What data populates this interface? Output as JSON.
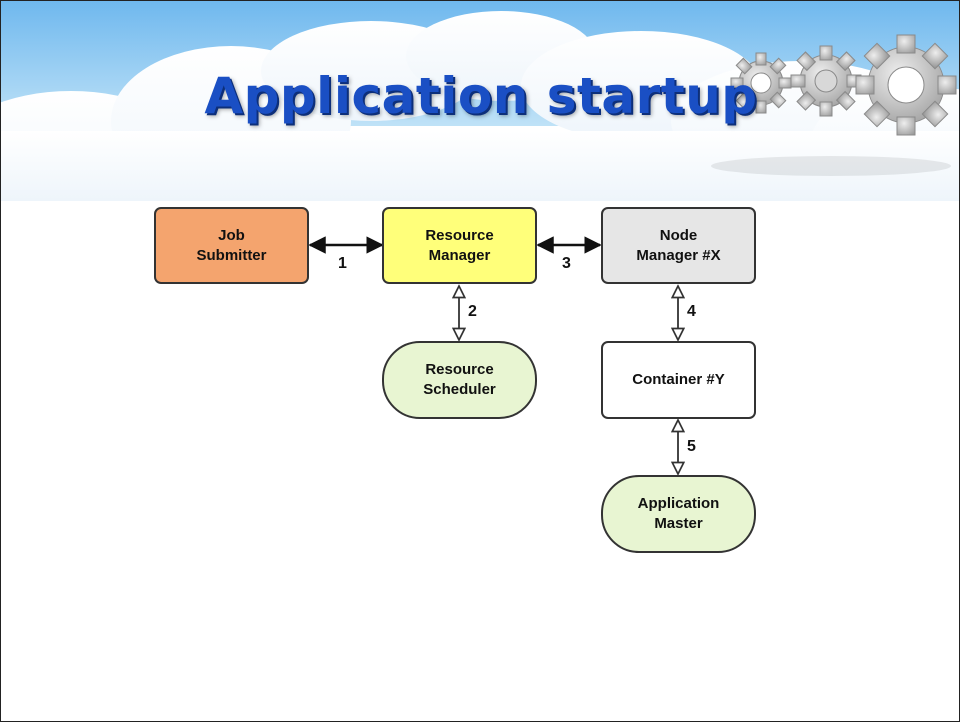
{
  "slide": {
    "title": "Application startup"
  },
  "diagram": {
    "nodes": {
      "job_submitter": "Job\nSubmitter",
      "resource_manager": "Resource\nManager",
      "node_manager": "Node\nManager #X",
      "resource_scheduler": "Resource\nScheduler",
      "container": "Container #Y",
      "application_master": "Application\nMaster"
    },
    "edges": {
      "e1": "1",
      "e2": "2",
      "e3": "3",
      "e4": "4",
      "e5": "5"
    },
    "colors": {
      "job_submitter": "#f4a46e",
      "resource_manager": "#ffff7a",
      "node_manager": "#e6e6e6",
      "pill": "#e8f5d2",
      "container": "#ffffff",
      "title": "#1a4fc4"
    }
  },
  "icons": [
    "cloud-banner",
    "gear-icon"
  ]
}
